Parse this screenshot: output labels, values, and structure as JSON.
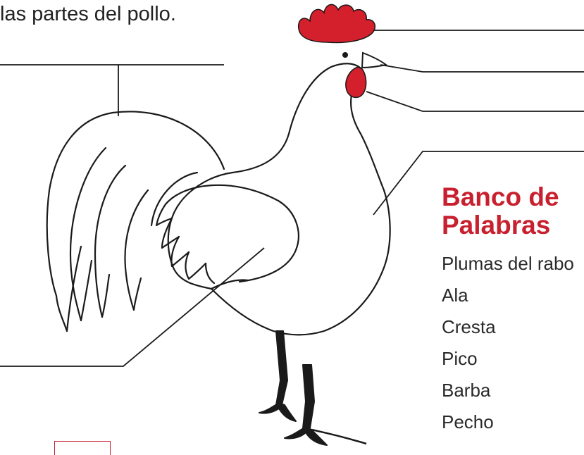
{
  "instruction": "las partes del pollo.",
  "word_bank": {
    "title_line1": "Banco de",
    "title_line2": "Palabras",
    "words": [
      "Plumas del rabo",
      "Ala",
      "Cresta",
      "Pico",
      "Barba",
      "Pecho"
    ]
  },
  "colors": {
    "accent": "#c8202f",
    "comb": "#d41f2c",
    "outline": "#1a1a1a",
    "text": "#2a2a2a"
  },
  "icons": {
    "rooster": "rooster-illustration"
  }
}
